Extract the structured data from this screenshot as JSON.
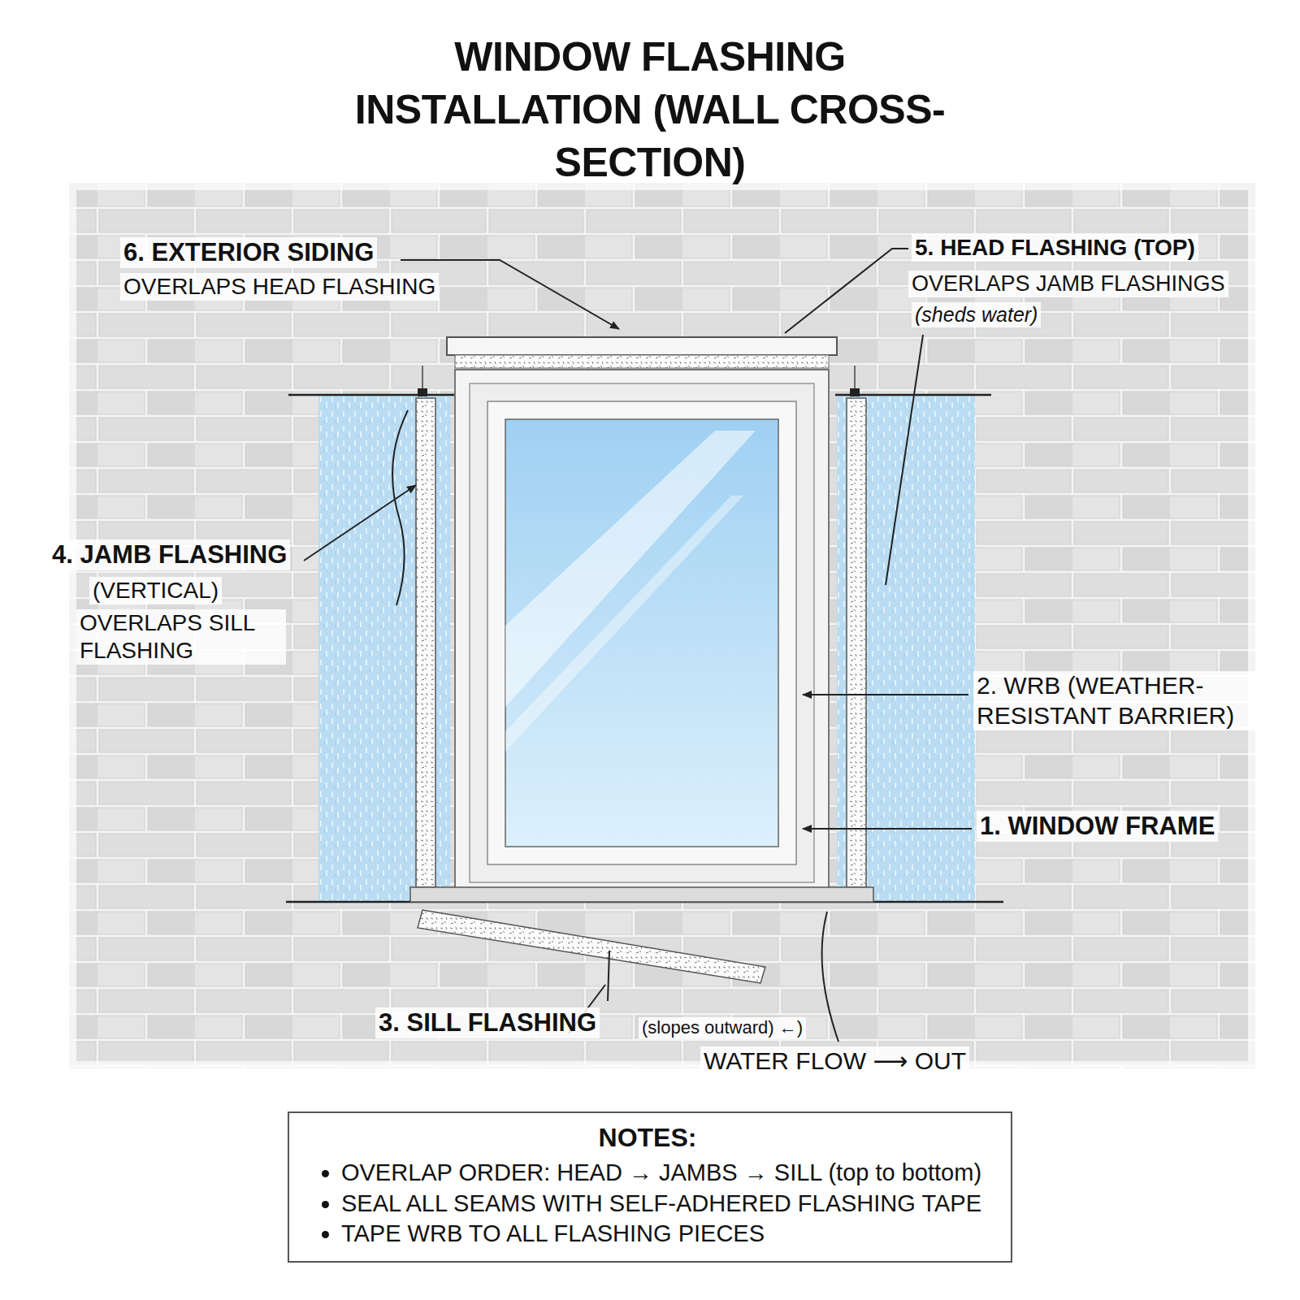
{
  "diagram": {
    "title": "WINDOW FLASHING INSTALLATION (WALL CROSS-SECTION)",
    "nodes": [
      {
        "text": [
          "NOTES:",
          "OVERLAP ORDER: HEAD → JAMBS → SILL (top to bottom)",
          "SEAL ALL SEAMS WITH SELF-ADHERED FLASHING TAPE",
          "TAPE WRB TO ALL FLASHING PIECES"
        ]
      }
    ],
    "labels": [
      "6. EXTERIOR SIDING",
      "OVERLAPS HEAD FLASHING",
      "5. HEAD FLASHING (TOP)",
      "OVERLAPS JAMB FLASHINGS",
      "(sheds water)",
      "4. JAMB FLASHING",
      "(VERTICAL)",
      "OVERLAPS SILL FLASHING",
      "2. WRB (WEATHER-RESISTANT BARRIER)",
      "1. WINDOW FRAME",
      "3. SILL FLASHING",
      "(slopes outward) ←)",
      "WATER FLOW ⟶ OUT"
    ]
  }
}
